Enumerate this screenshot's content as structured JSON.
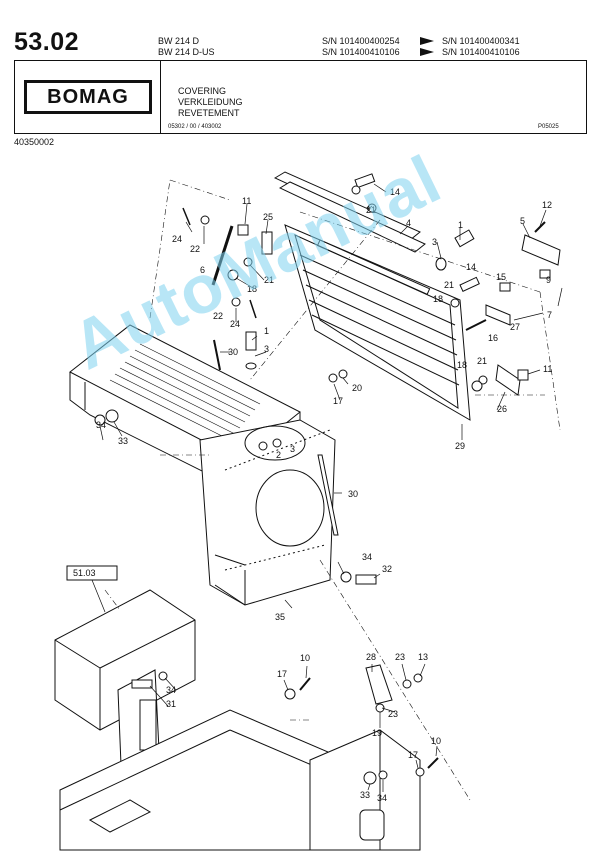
{
  "header": {
    "page_number": "53.02",
    "models": [
      "BW 214 D",
      "BW 214 D-US"
    ],
    "serial_ranges": [
      {
        "from": "S/N 101400400254",
        "to": "S/N 101400400341"
      },
      {
        "from": "S/N 101400410106",
        "to": "S/N 101400410106"
      }
    ],
    "logo": "BOMAG",
    "titles": [
      "COVERING",
      "VERKLEIDUNG",
      "REVETEMENT"
    ],
    "ref_code": "05302 / 00 / 403002",
    "figure_code": "P05025",
    "doc_number": "40350002"
  },
  "diagram": {
    "cross_reference": "51.03",
    "watermark": "AutoManual",
    "callouts": [
      "1",
      "2",
      "3",
      "4",
      "5",
      "6",
      "7",
      "9",
      "10",
      "11",
      "12",
      "13",
      "14",
      "15",
      "16",
      "17",
      "18",
      "19",
      "20",
      "21",
      "22",
      "23",
      "24",
      "25",
      "26",
      "27",
      "28",
      "29",
      "30",
      "31",
      "32",
      "33",
      "34",
      "35"
    ]
  }
}
